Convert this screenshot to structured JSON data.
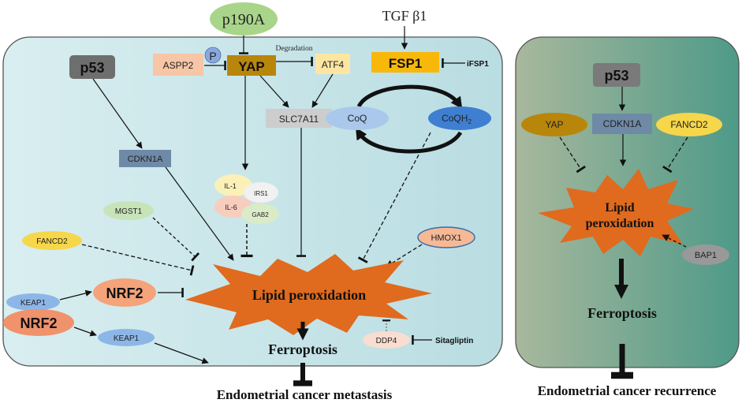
{
  "left_panel": {
    "p190a": "p190A",
    "tgf": "TGF β1",
    "degradation": "Degradation",
    "p53": "p53",
    "aspp2": "ASPP2",
    "p": "P",
    "yap": "YAP",
    "atf4": "ATF4",
    "fsp1": "FSP1",
    "ifsp1": "iFSP1",
    "slc7a11": "SLC7A11",
    "coq": "CoQ",
    "coqh2": "CoQH",
    "coqh2_sub": "2",
    "cdkn1a": "CDKN1A",
    "il1": "IL-1",
    "irs1": "IRS1",
    "il6": "IL-6",
    "gab2": "GAB2",
    "mgst1": "MGST1",
    "fancd2": "FANCD2",
    "hmox1": "HMOX1",
    "nrf2_a": "NRF2",
    "keap1_a": "KEAP1",
    "nrf2_b": "NRF2",
    "keap1_b": "KEAP1",
    "lipid": "Lipid peroxidation",
    "ddp4": "DDP4",
    "sitagliptin": "Sitagliptin",
    "ferroptosis": "Ferroptosis",
    "outcome": "Endometrial cancer metastasis"
  },
  "right_panel": {
    "p53": "p53",
    "yap": "YAP",
    "cdkn1a": "CDKN1A",
    "fancd2": "FANCD2",
    "lipid_line1": "Lipid",
    "lipid_line2": "peroxidation",
    "bap1": "BAP1",
    "ferroptosis": "Ferroptosis",
    "outcome": "Endometrial cancer recurrence"
  },
  "colors": {
    "panel_left": "#cde6ea",
    "panel_right_from": "#a7b79c",
    "panel_right_to": "#4f9a87",
    "yap": "#b8860b",
    "fsp1": "#f8b80a",
    "burst": "#e06a1e",
    "nrf2": "#f4a37a",
    "p53": "#6e6e6e",
    "keap1": "#8db6e8"
  }
}
